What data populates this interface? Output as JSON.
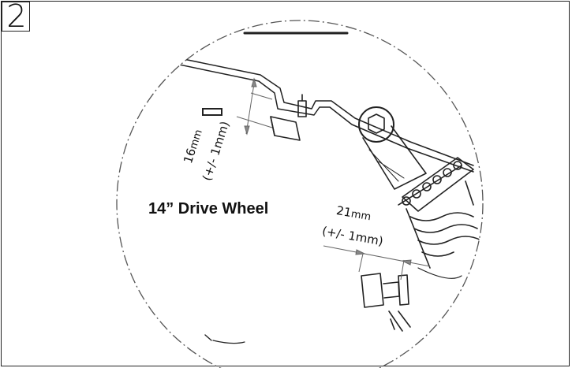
{
  "step": {
    "number": "2"
  },
  "wheel": {
    "label": "14” Drive Wheel"
  },
  "dimension_a": {
    "value": "16",
    "unit": "mm",
    "tolerance": "(+/- 1mm)"
  },
  "dimension_b": {
    "value": "21",
    "unit": "mm",
    "tolerance": "(+/- 1mm)"
  }
}
